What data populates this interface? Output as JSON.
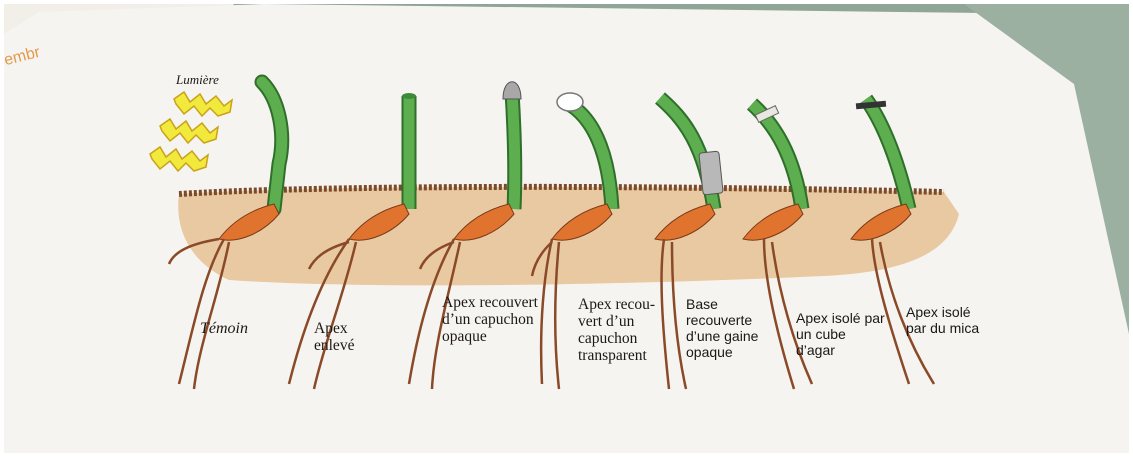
{
  "figure": {
    "light_label": "Lumière",
    "corner_fragment": "embr",
    "seedlings": [
      {
        "id": "temoin",
        "caption": "Témoin"
      },
      {
        "id": "apex-enleve",
        "caption": "Apex enlevé"
      },
      {
        "id": "capuchon-opaque",
        "caption": "Apex recouvert d’un capuchon opaque"
      },
      {
        "id": "capuchon-transparent",
        "caption": "Apex recou-vert d’un capuchon transparent"
      },
      {
        "id": "gaine-opaque",
        "caption": "Base recouverte d’une gaine opaque"
      },
      {
        "id": "cube-agar",
        "caption": "Apex isolé par un cube d’agar"
      },
      {
        "id": "mica",
        "caption": "Apex isolé par du mica"
      }
    ]
  },
  "colors": {
    "paper": "#f6f4f1",
    "soil": "#e9c9a1",
    "soil_dark": "#7b4a2a",
    "shoot": "#5cae4e",
    "shoot_dark": "#2f6f2b",
    "root": "#c9683a",
    "seed": "#e0742f",
    "cap_grey": "#a8a8a8",
    "lightning": "#f2e93d",
    "background": "#8fa596"
  }
}
